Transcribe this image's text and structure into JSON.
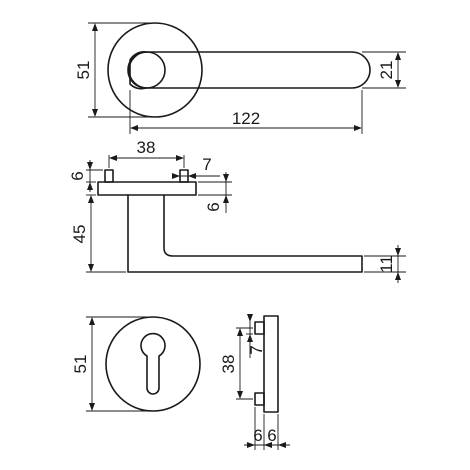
{
  "drawing": {
    "dimensions": {
      "rose_diameter_top": "51",
      "lever_thickness_top": "21",
      "lever_length": "122",
      "spacing_pins": "38",
      "pin_offset": "7",
      "pin_height": "6",
      "plate_thickness": "6",
      "lever_height": "45",
      "lever_end_thickness": "11",
      "escutcheon_diameter": "51",
      "escutcheon_pin_spacing": "38",
      "escutcheon_pin_offset": "7",
      "escutcheon_plate_a": "6",
      "escutcheon_plate_b": "6"
    }
  }
}
